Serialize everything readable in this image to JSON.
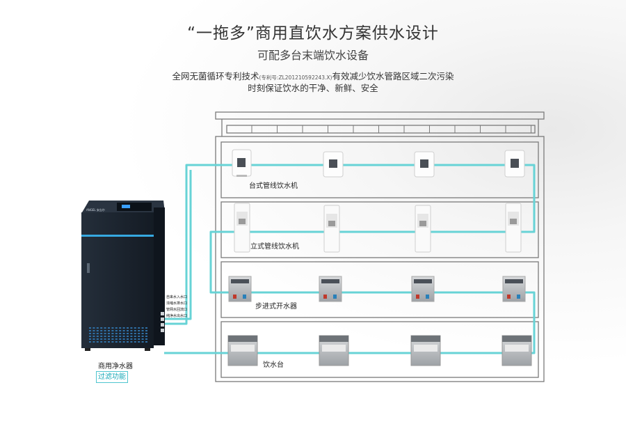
{
  "header": {
    "title": "“一拖多”商用直饮水方案供水设计",
    "subtitle": "可配多台末端饮水设备",
    "desc_main": "全网无菌循环专利技术",
    "desc_patent": "(专利号:ZL201210592243.X)",
    "desc_after": "有效减少饮水管路区域二次污染",
    "desc_line2": "时刻保证饮水的干净、新鲜、安全"
  },
  "purifier": {
    "label": "商用净水器",
    "badge": "过滤功能",
    "brand": "ANGEL 安吉尔",
    "ports": [
      "自来水入水口",
      "浓缩水排水口",
      "管网水回流口",
      "纯净水出水口"
    ]
  },
  "floors": [
    {
      "label": "台式管线饮水机"
    },
    {
      "label": "立式管线饮水机"
    },
    {
      "label": "步进式开水器"
    },
    {
      "label": "饮水台"
    }
  ],
  "colors": {
    "pipe": "#67d3d6",
    "cabinet": "#1b2430",
    "cabinet_stripe": "#36a9e1",
    "frame": "#7a7a7a"
  }
}
